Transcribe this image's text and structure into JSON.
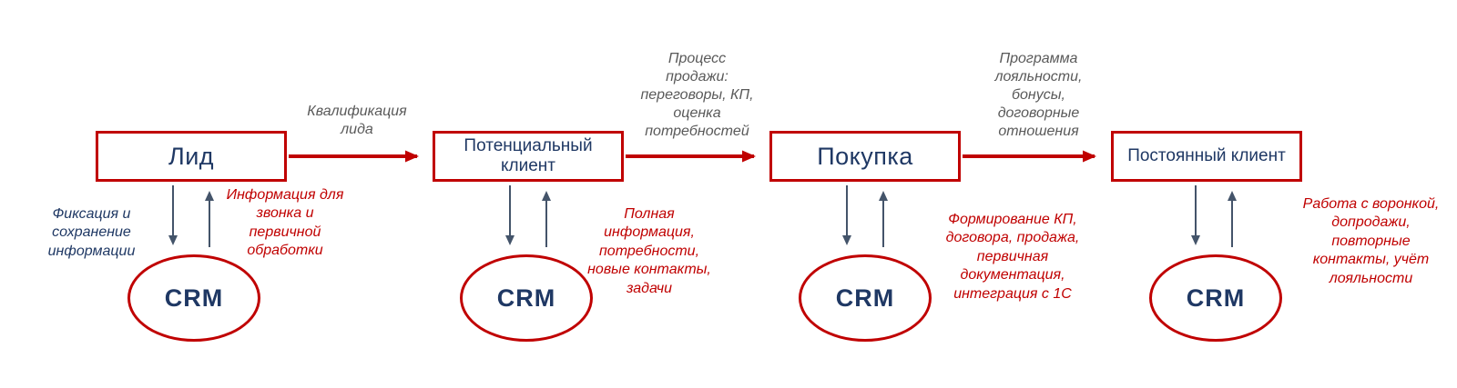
{
  "diagram_title": "CRM sales funnel flow",
  "colors": {
    "accent_red": "#C00000",
    "box_text_blue": "#1F3864",
    "arrow_dark": "#44546A",
    "label_gray": "#595959"
  },
  "stages": [
    {
      "label": "Лид",
      "crm_label": "CRM"
    },
    {
      "label": "Потенциальный клиент",
      "crm_label": "CRM"
    },
    {
      "label": "Покупка",
      "crm_label": "CRM"
    },
    {
      "label": "Постоянный клиент",
      "crm_label": "CRM"
    }
  ],
  "transition_labels": [
    "Квалификация лида",
    "Процесс продажи: переговоры, КП, оценка потребностей",
    "Программа лояльности, бонусы, договорные отношения"
  ],
  "annotations": {
    "lead_left": "Фиксация и сохранение информации",
    "lead_right": "Информация для звонка и первичной обработки",
    "potential_right": "Полная информация, потребности, новые контакты, задачи",
    "purchase_right": "Формирование КП, договора, продажа, первичная документация, интеграция с 1С",
    "regular_right": "Работа с воронкой, допродажи, повторные контакты, учёт лояльности"
  }
}
